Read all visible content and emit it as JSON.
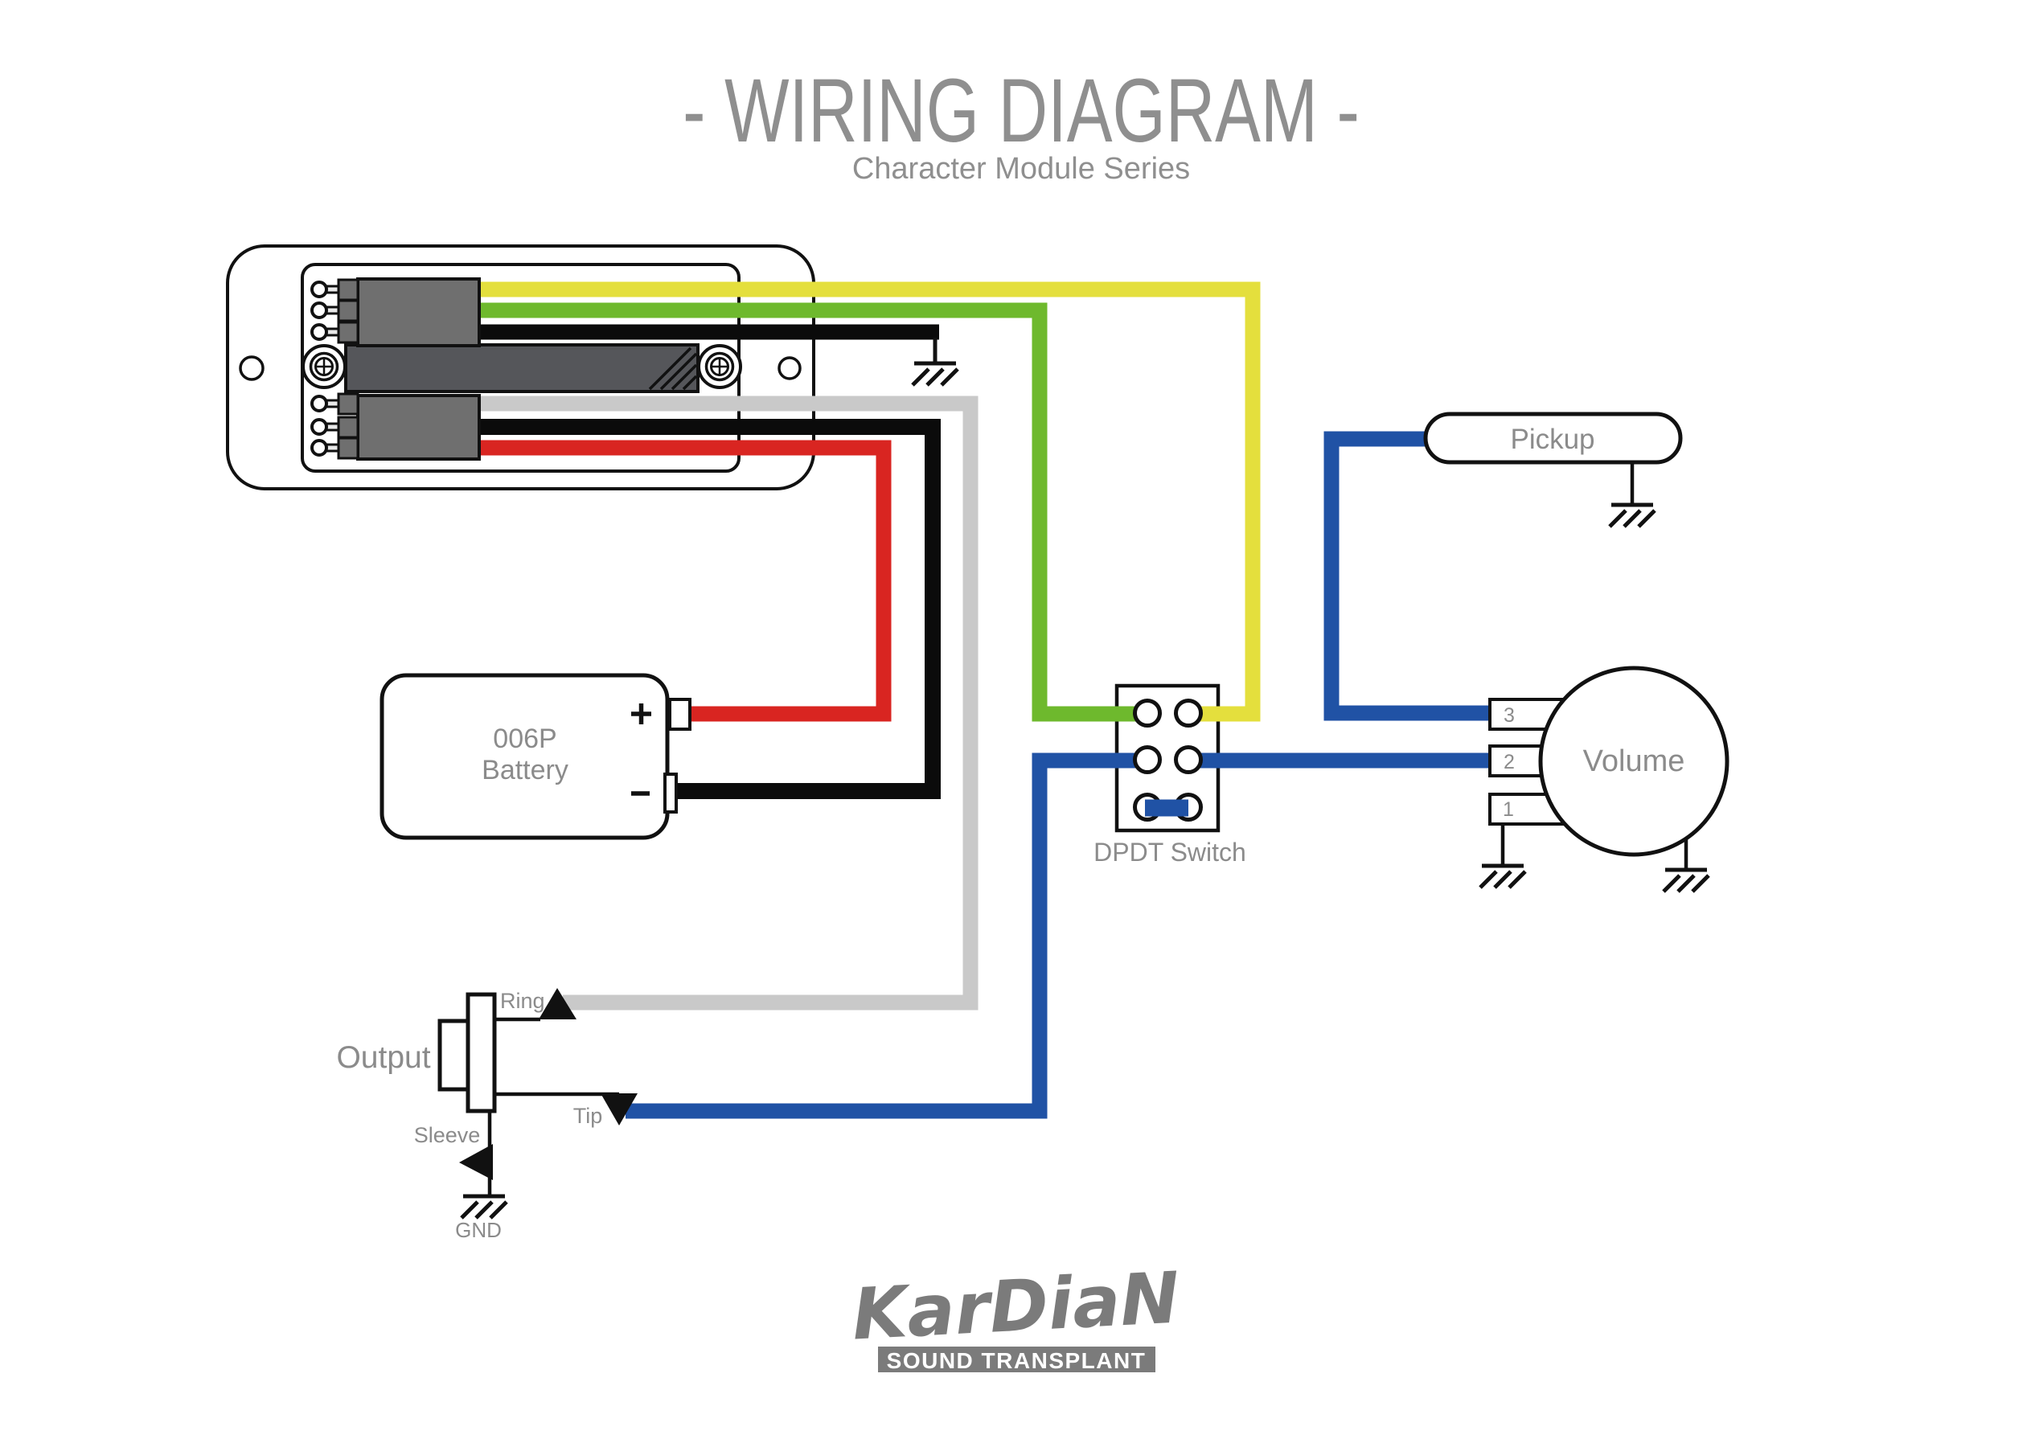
{
  "header": {
    "title": "- WIRING DIAGRAM -",
    "subtitle": "Character Module Series"
  },
  "battery": {
    "line1": "006P",
    "line2": "Battery",
    "plus": "+",
    "minus": "−"
  },
  "pickup": {
    "label": "Pickup"
  },
  "volume": {
    "label": "Volume",
    "terminals": [
      {
        "label": "3"
      },
      {
        "label": "2"
      },
      {
        "label": "1"
      }
    ]
  },
  "dpdt": {
    "label": "DPDT Switch"
  },
  "output": {
    "label": "Output",
    "ring": "Ring",
    "tip": "Tip",
    "sleeve": "Sleeve",
    "gnd": "GND"
  },
  "logo": {
    "brand": "KarDiaN",
    "tagline": "SOUND TRANSPLANT"
  },
  "colors": {
    "yellow": "#e4df3d",
    "green": "#6eb92d",
    "red": "#d92521",
    "blue": "#2052a5",
    "gray_wire": "#c9c9c9",
    "black_wire": "#0b0b0b",
    "connector_gray": "#6f6f6f",
    "module_bar": "#55565a",
    "label_gray": "#8b8b8b",
    "title_gray": "#8f8f8f",
    "logo_gray": "#7b7b7b"
  }
}
